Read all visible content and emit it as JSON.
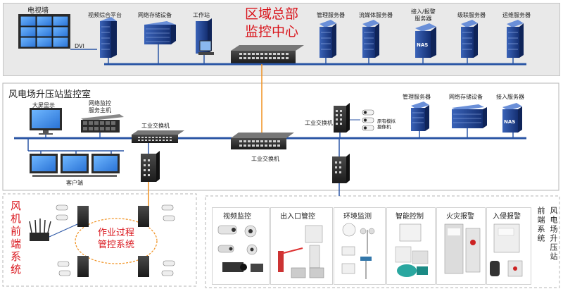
{
  "hq": {
    "video_wall_label": "电视墙",
    "dvi_label": "DVI",
    "title_line1": "区域总部",
    "title_line2": "监控中心",
    "devices": [
      "视频综合平台",
      "网络存储设备",
      "工作站"
    ],
    "servers": [
      "管理服务器",
      "流媒体服务器",
      "接入/报警\n服务器",
      "级联服务器",
      "运维服务器"
    ]
  },
  "station": {
    "title": "风电场升压站监控室",
    "big_screen_label": "大屏显示",
    "storage_host_label": "网络监控\n服务主机",
    "switch_left_label": "工业交换机",
    "switch_center_label": "工业交换机",
    "switch_right_label": "工业交换机",
    "clients_label": "客户端",
    "analog_cam_label": "原有模拟\n摄像机",
    "servers": [
      "管理服务器",
      "网络存储设备",
      "接入服务器"
    ]
  },
  "front": {
    "title": "风机前端系统",
    "ring_label_line1": "作业过程",
    "ring_label_line2": "管控系统"
  },
  "booster": {
    "title_left": "前端系统",
    "title_right": "风电场升压站",
    "categories": [
      "视频监控",
      "出入口管控",
      "环境监测",
      "智能控制",
      "火灾报警",
      "入侵报警"
    ]
  },
  "nas_label": "NAS",
  "colors": {
    "network_line": "#2b56a5",
    "link_line": "#f0901e",
    "title_red": "#d9141b",
    "server_blue": "#1d3f8f",
    "panel_bg": "#e9e9e9"
  }
}
